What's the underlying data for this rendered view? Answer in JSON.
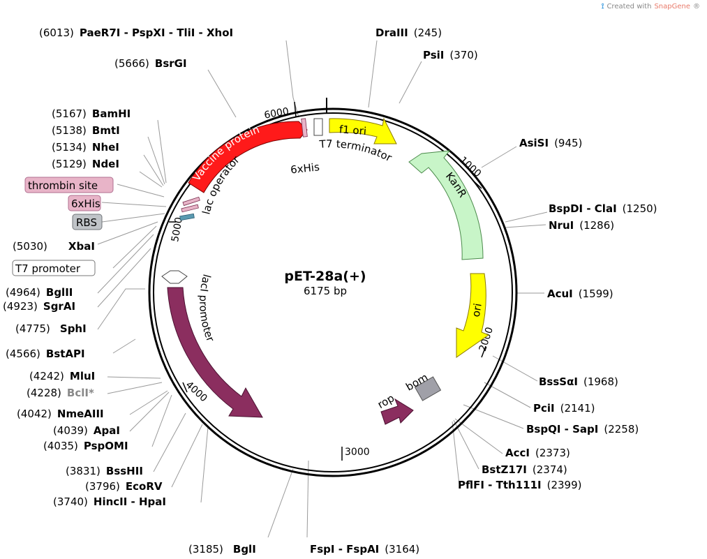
{
  "watermark": {
    "prefix": "Created with",
    "brand": "SnapGene",
    "mark": "®"
  },
  "plasmid": {
    "name": "pET-28a(+)",
    "size": "6175 bp"
  },
  "ticks": [
    "1000",
    "2000",
    "3000",
    "4000",
    "5000",
    "6000"
  ],
  "features": {
    "vaccine_protein": "Vaccine protein",
    "f1_ori": "f1 ori",
    "kanr": "KanR",
    "ori": "ori",
    "laci": "lacI",
    "rop": "rop",
    "bom": "bom",
    "lac_operator": "lac operator",
    "laci_promoter": "lacI promoter",
    "t7_terminator": "T7 terminator",
    "his_top": "6xHis"
  },
  "tag_labels": {
    "thrombin": "thrombin site",
    "his": "6xHis",
    "rbs": "RBS",
    "t7promoter": "T7 promoter"
  },
  "sites": [
    {
      "id": "xhoi",
      "name": "PaeR7I - PspXI - TliI - XhoI",
      "pos": "(6013)"
    },
    {
      "id": "bsrgi",
      "name": "BsrGI",
      "pos": "(5666)"
    },
    {
      "id": "bamhi",
      "name": "BamHI",
      "pos": "(5167)"
    },
    {
      "id": "bmti",
      "name": "BmtI",
      "pos": "(5138)"
    },
    {
      "id": "nhei",
      "name": "NheI",
      "pos": "(5134)"
    },
    {
      "id": "ndei",
      "name": "NdeI",
      "pos": "(5129)"
    },
    {
      "id": "xbai",
      "name": "XbaI",
      "pos": "(5030)"
    },
    {
      "id": "bglii",
      "name": "BglII",
      "pos": "(4964)"
    },
    {
      "id": "sgrai",
      "name": "SgrAI",
      "pos": "(4923)"
    },
    {
      "id": "sphi",
      "name": "SphI",
      "pos": "(4775)"
    },
    {
      "id": "bstapi",
      "name": "BstAPI",
      "pos": "(4566)"
    },
    {
      "id": "mlui",
      "name": "MluI",
      "pos": "(4242)"
    },
    {
      "id": "bcli",
      "name": "BclI*",
      "pos": "(4228)"
    },
    {
      "id": "nmeaiii",
      "name": "NmeAIII",
      "pos": "(4042)"
    },
    {
      "id": "apai",
      "name": "ApaI",
      "pos": "(4039)"
    },
    {
      "id": "pspomi",
      "name": "PspOMI",
      "pos": "(4035)"
    },
    {
      "id": "bsshii",
      "name": "BssHII",
      "pos": "(3831)"
    },
    {
      "id": "ecorv",
      "name": "EcoRV",
      "pos": "(3796)"
    },
    {
      "id": "hincii",
      "name": "HincII - HpaI",
      "pos": "(3740)"
    },
    {
      "id": "bgli",
      "name": "BglI",
      "pos": "(3185)"
    },
    {
      "id": "fspi",
      "name": "FspI - FspAI",
      "pos": "(3164)"
    },
    {
      "id": "draiii",
      "name": "DraIII",
      "pos": "(245)"
    },
    {
      "id": "psii",
      "name": "PsiI",
      "pos": "(370)"
    },
    {
      "id": "asisi",
      "name": "AsiSI",
      "pos": "(945)"
    },
    {
      "id": "clai",
      "name": "BspDI - ClaI",
      "pos": "(1250)"
    },
    {
      "id": "nrui",
      "name": "NruI",
      "pos": "(1286)"
    },
    {
      "id": "acui",
      "name": "AcuI",
      "pos": "(1599)"
    },
    {
      "id": "bsssai",
      "name": "BssSαI",
      "pos": "(1968)"
    },
    {
      "id": "pcii",
      "name": "PciI",
      "pos": "(2141)"
    },
    {
      "id": "sapi",
      "name": "BspQI - SapI",
      "pos": "(2258)"
    },
    {
      "id": "acci",
      "name": "AccI",
      "pos": "(2373)"
    },
    {
      "id": "bstz17i",
      "name": "BstZ17I",
      "pos": "(2374)"
    },
    {
      "id": "tth111i",
      "name": "PflFI - Tth111I",
      "pos": "(2399)"
    }
  ],
  "colors": {
    "vaccine": "#ff1a1a",
    "f1ori": "#ffff00",
    "kanr": "#c8f5c8",
    "ori": "#ffff00",
    "laci": "#8b2e5f",
    "rop": "#8b2e5f",
    "bom": "#a0a0a8",
    "thrombin": "#e8b4c8",
    "his": "#e8b4c8",
    "rbs": "#c0c4c8",
    "t7promoter": "#ffffff"
  }
}
